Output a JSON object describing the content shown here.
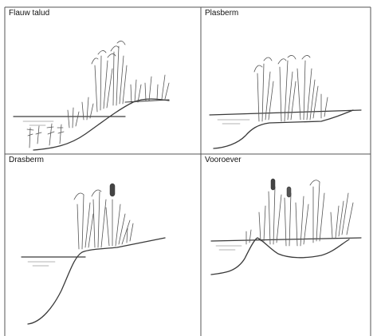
{
  "panels": [
    {
      "label": "Flauw talud"
    },
    {
      "label": "Plasberm"
    },
    {
      "label": "Drasberm"
    },
    {
      "label": "Vooroever"
    }
  ]
}
